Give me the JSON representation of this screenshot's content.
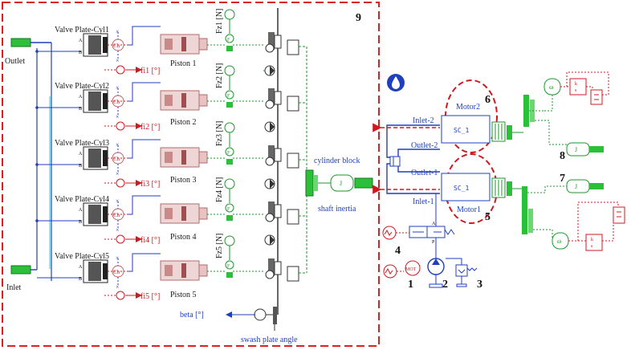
{
  "diagram": {
    "region_number": "9",
    "ports": {
      "outlet": "Outlet",
      "inlet": "Inlet"
    },
    "cylinders": [
      {
        "valve_plate": "Valve Plate-Cyl1",
        "piston": "Piston 1",
        "angle": "fi1 [°]",
        "force": "Fz1 [N]",
        "valve_symbol": "Ch"
      },
      {
        "valve_plate": "Valve Plate-Cyl2",
        "piston": "Piston 2",
        "angle": "fi2 [°]",
        "force": "Fz2 [N]",
        "valve_symbol": "Ch"
      },
      {
        "valve_plate": "Valve Plate-Cyl3",
        "piston": "Piston 3",
        "angle": "fi3 [°]",
        "force": "Fz3 [N]",
        "valve_symbol": "Ch"
      },
      {
        "valve_plate": "Valve Plate-Cyl4",
        "piston": "Piston 4",
        "angle": "fi4 [°]",
        "force": "Fz4 [N]",
        "valve_symbol": "Ch"
      },
      {
        "valve_plate": "Valve Plate-Cyl5",
        "piston": "Piston 5",
        "angle": "fi5 [°]",
        "force": "Fz5 [N]",
        "valve_symbol": "Ch"
      }
    ],
    "valve_port_a": "A",
    "valve_port_b": "B",
    "force_symbol": "F",
    "cylinder_block": "cylinder block",
    "shaft_inertia": "shaft inertia",
    "inertia_symbol": "J",
    "beta": "beta [°]",
    "swash_plate": "swash plate angle",
    "hydraulic_lines": {
      "inlet2": "Inlet-2",
      "outlet2": "Outlet-2",
      "outlet1": "Outlet-1",
      "inlet1": "Inlet-1"
    },
    "motors": [
      {
        "block": "SC_1",
        "label": "Motor2",
        "number": "6"
      },
      {
        "block": "SC_1",
        "label": "Motor1",
        "number": "5"
      }
    ],
    "component_numbers": {
      "n1": "1",
      "n2": "2",
      "n3": "3",
      "n4": "4",
      "n7": "7",
      "n8": "8"
    },
    "motor_source": "MOT",
    "valve_ports": {
      "A": "A",
      "P": "P"
    },
    "control_symbols": {
      "omega": "ω",
      "k": "k",
      "s": "s"
    },
    "colors": {
      "hydraulic": "#1f3fbf",
      "mechanical": "#1a9a2a",
      "signal": "#d0191f",
      "piston": "#c98a8a",
      "frame": "#e02020"
    }
  }
}
